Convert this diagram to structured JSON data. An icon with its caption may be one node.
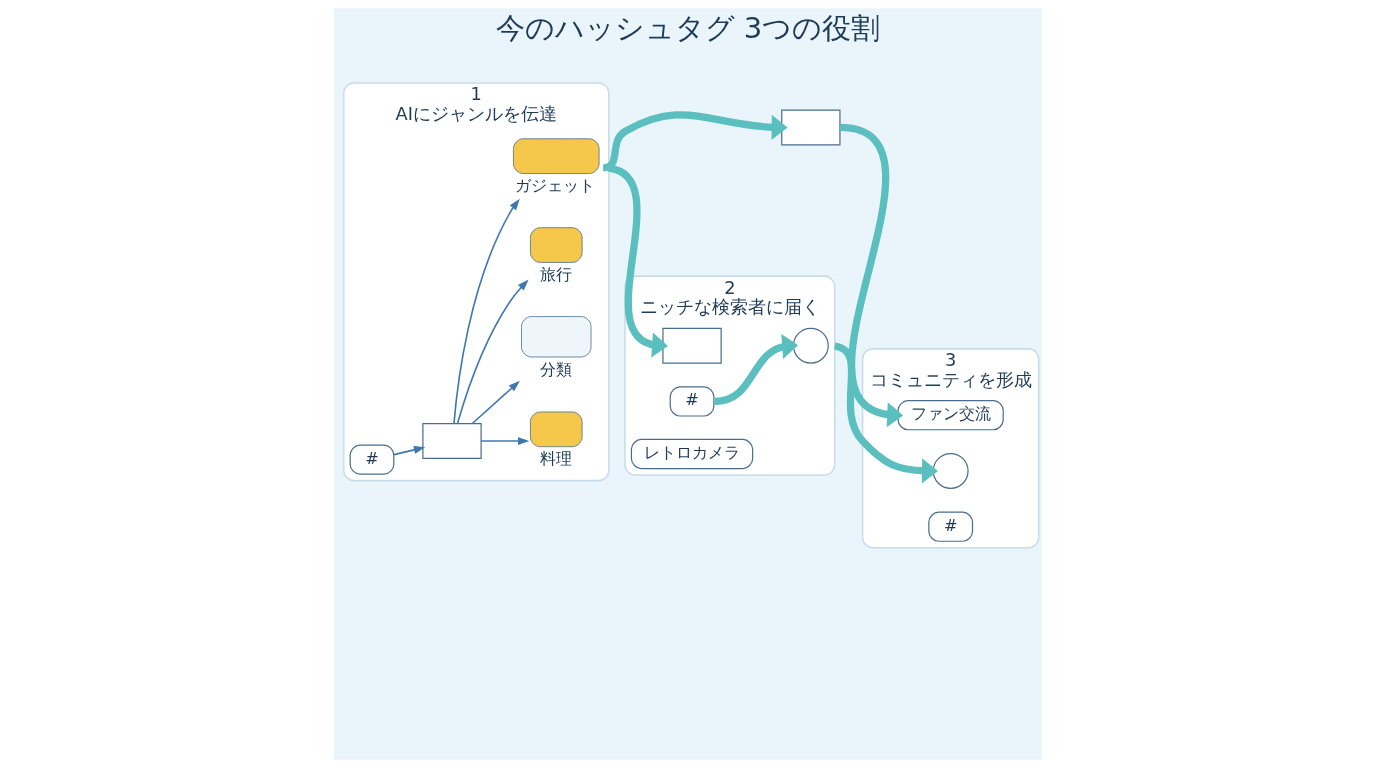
{
  "diagram": {
    "title": "今のハッシュタグ 3つの役割",
    "nodes": [
      {
        "text": [
          "1",
          "AIにジャンルを伝達"
        ]
      },
      {
        "text": [
          "#"
        ],
        "in": 0
      },
      {
        "text": [],
        "shape": "box",
        "in": 0
      },
      {
        "text": [],
        "shape": "cloud",
        "beside": [
          "分類"
        ],
        "in": 0
      },
      {
        "text": [],
        "shape": "folder",
        "beside": [
          "料理"
        ],
        "in": 0
      },
      {
        "text": [],
        "shape": "folder",
        "beside": [
          "旅行"
        ],
        "in": 0
      },
      {
        "text": [],
        "shape": "folder",
        "beside": [
          "ガジェット"
        ],
        "in": 0
      },
      {
        "text": [
          "2",
          "ニッチな検索者に届く"
        ]
      },
      {
        "text": [
          "#"
        ],
        "in": 7
      },
      {
        "text": [],
        "shape": "box",
        "in": 7
      },
      {
        "text": [
          "レトロカメラ"
        ],
        "in": 7
      },
      {
        "text": [],
        "shape": "circle",
        "in": 7
      },
      {
        "text": [
          "3",
          "コミュニティを形成"
        ]
      },
      {
        "text": [
          "#"
        ],
        "in": 12
      },
      {
        "text": [],
        "shape": "circle",
        "in": 12
      },
      {
        "text": [
          "ファン交流"
        ],
        "in": 12
      },
      {
        "text": [],
        "shape": "box"
      }
    ],
    "edges": [
      {
        "from": 1,
        "to": 2,
        "arrow": "to"
      },
      {
        "from": 2,
        "to": 3,
        "arrow": "to"
      },
      {
        "from": 2,
        "to": 4,
        "arrow": "to"
      },
      {
        "from": 2,
        "to": 5,
        "arrow": "to"
      },
      {
        "from": 2,
        "to": 6,
        "arrow": "to"
      },
      {
        "from": 8,
        "to": 11,
        "arrow": "to",
        "color": "#5bbfc0",
        "style": "thick"
      },
      {
        "from": 0,
        "to": 9,
        "arrow": "to",
        "color": "#5bbfc0",
        "style": "thick"
      },
      {
        "from": 6,
        "to": 16,
        "arrow": "to",
        "color": "#5bbfc0",
        "style": "thick"
      },
      {
        "from": 7,
        "to": 14,
        "arrow": "to",
        "color": "#5bbfc0",
        "style": "thick"
      },
      {
        "from": 16,
        "to": 15,
        "arrow": "to",
        "color": "#5bbfc0",
        "style": "thick"
      }
    ]
  }
}
